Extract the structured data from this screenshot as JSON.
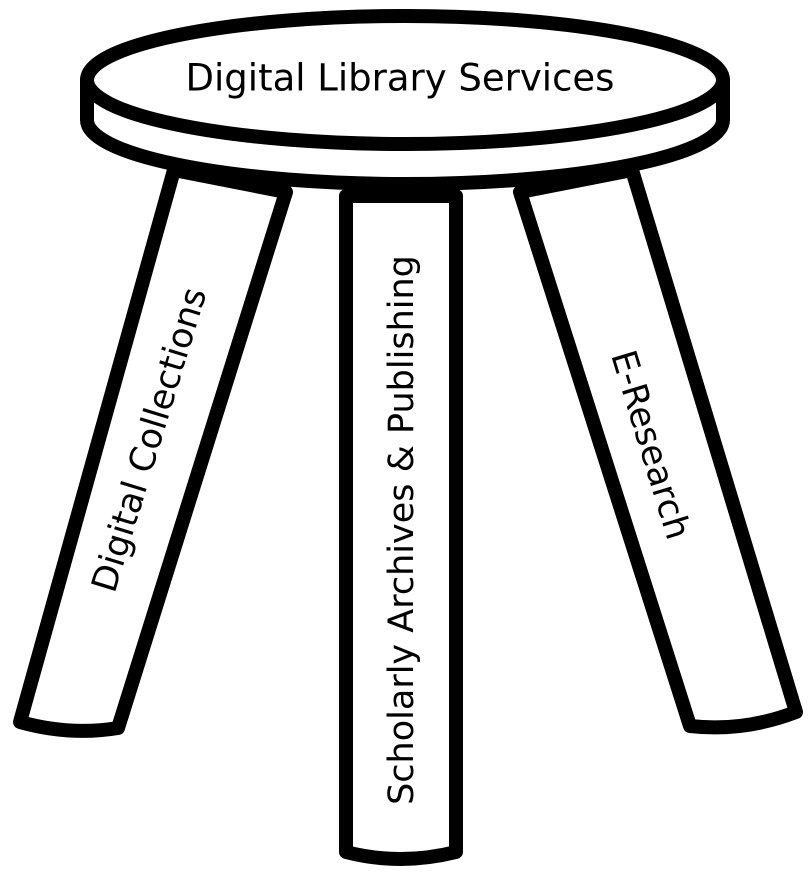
{
  "seat": {
    "label": "Digital Library Services"
  },
  "legs": {
    "left": {
      "label": "Digital Collections"
    },
    "center": {
      "label": "Scholarly Archives & Publishing"
    },
    "right": {
      "label": "E-Research"
    }
  },
  "colors": {
    "stroke": "#000000",
    "fill": "#ffffff"
  }
}
